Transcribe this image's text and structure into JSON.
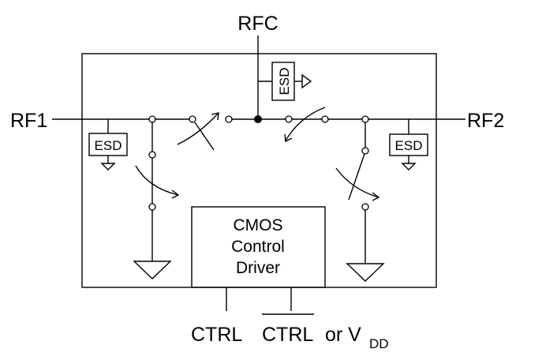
{
  "diagram": {
    "type": "SPDT RF switch block diagram",
    "ports": {
      "common": "RFC",
      "port1": "RF1",
      "port2": "RF2"
    },
    "esd_label": "ESD",
    "driver": {
      "line1": "CMOS",
      "line2": "Control",
      "line3": "Driver"
    },
    "control_pins": {
      "pin1": "CTRL",
      "pin2": "CTRL",
      "pin2_overline": true,
      "or_text": "or V",
      "vdd_subscript": "DD"
    },
    "switch_states": {
      "rf1_series": "open",
      "rf1_shunt": "closed",
      "rf2_series": "closed",
      "rf2_shunt": "open"
    }
  }
}
